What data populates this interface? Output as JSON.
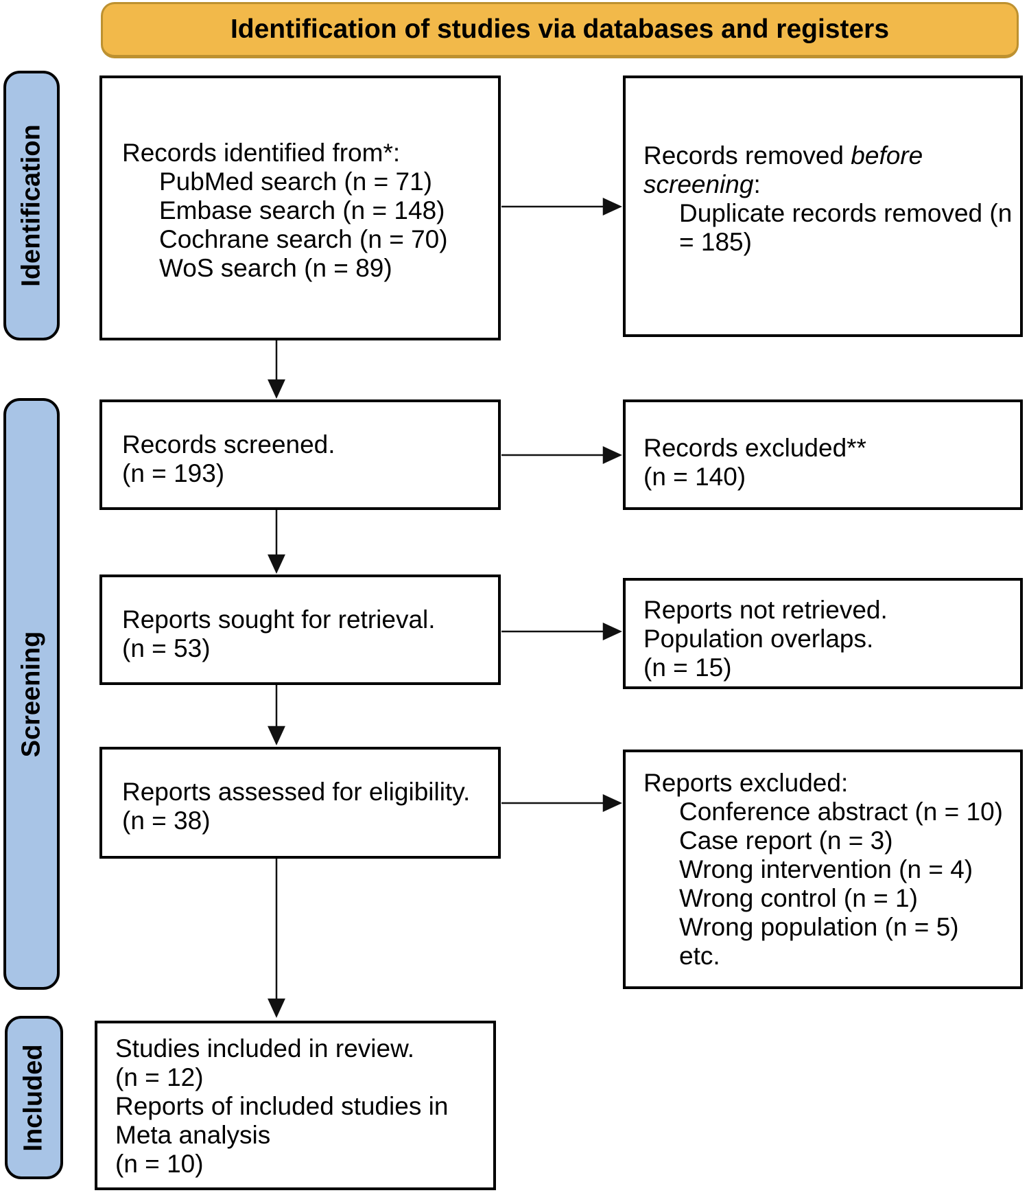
{
  "banner": {
    "title": "Identification of studies via databases and registers"
  },
  "colors": {
    "banner_fill": "#F2B94A",
    "banner_border": "#BD9130",
    "stage_fill": "#A8C4E6"
  },
  "stages": {
    "identification": "Identification",
    "screening": "Screening",
    "included": "Included"
  },
  "boxes": {
    "records_identified": {
      "line1": "Records identified from*:",
      "items": [
        "PubMed search (n = 71)",
        "Embase search (n = 148)",
        "Cochrane search (n = 70)",
        "WoS search (n = 89)"
      ]
    },
    "records_removed": {
      "normal1": "Records removed ",
      "italic1": "before",
      "italic2": "screening",
      "colon": ":",
      "items": [
        "Duplicate records removed (n",
        "= 185)"
      ]
    },
    "records_screened": {
      "lines": [
        "Records screened.",
        "(n = 193)"
      ]
    },
    "records_excluded": {
      "lines": [
        "Records excluded**",
        "(n = 140)"
      ]
    },
    "reports_sought": {
      "lines": [
        "Reports sought for retrieval.",
        "(n = 53)"
      ]
    },
    "reports_not_retrieved": {
      "lines": [
        "Reports not retrieved.",
        "Population overlaps.",
        "(n = 15)"
      ]
    },
    "reports_assessed": {
      "lines": [
        "Reports assessed for eligibility.",
        "(n = 38)"
      ]
    },
    "reports_excluded": {
      "line1": "Reports excluded:",
      "items": [
        "Conference abstract (n = 10)",
        "Case report (n = 3)",
        "Wrong intervention (n = 4)",
        "Wrong control (n = 1)",
        "Wrong population (n = 5)",
        "etc."
      ]
    },
    "studies_included": {
      "lines": [
        "Studies included in review.",
        "(n = 12)",
        "Reports of included studies in",
        "Meta analysis",
        "(n = 10)"
      ]
    }
  }
}
